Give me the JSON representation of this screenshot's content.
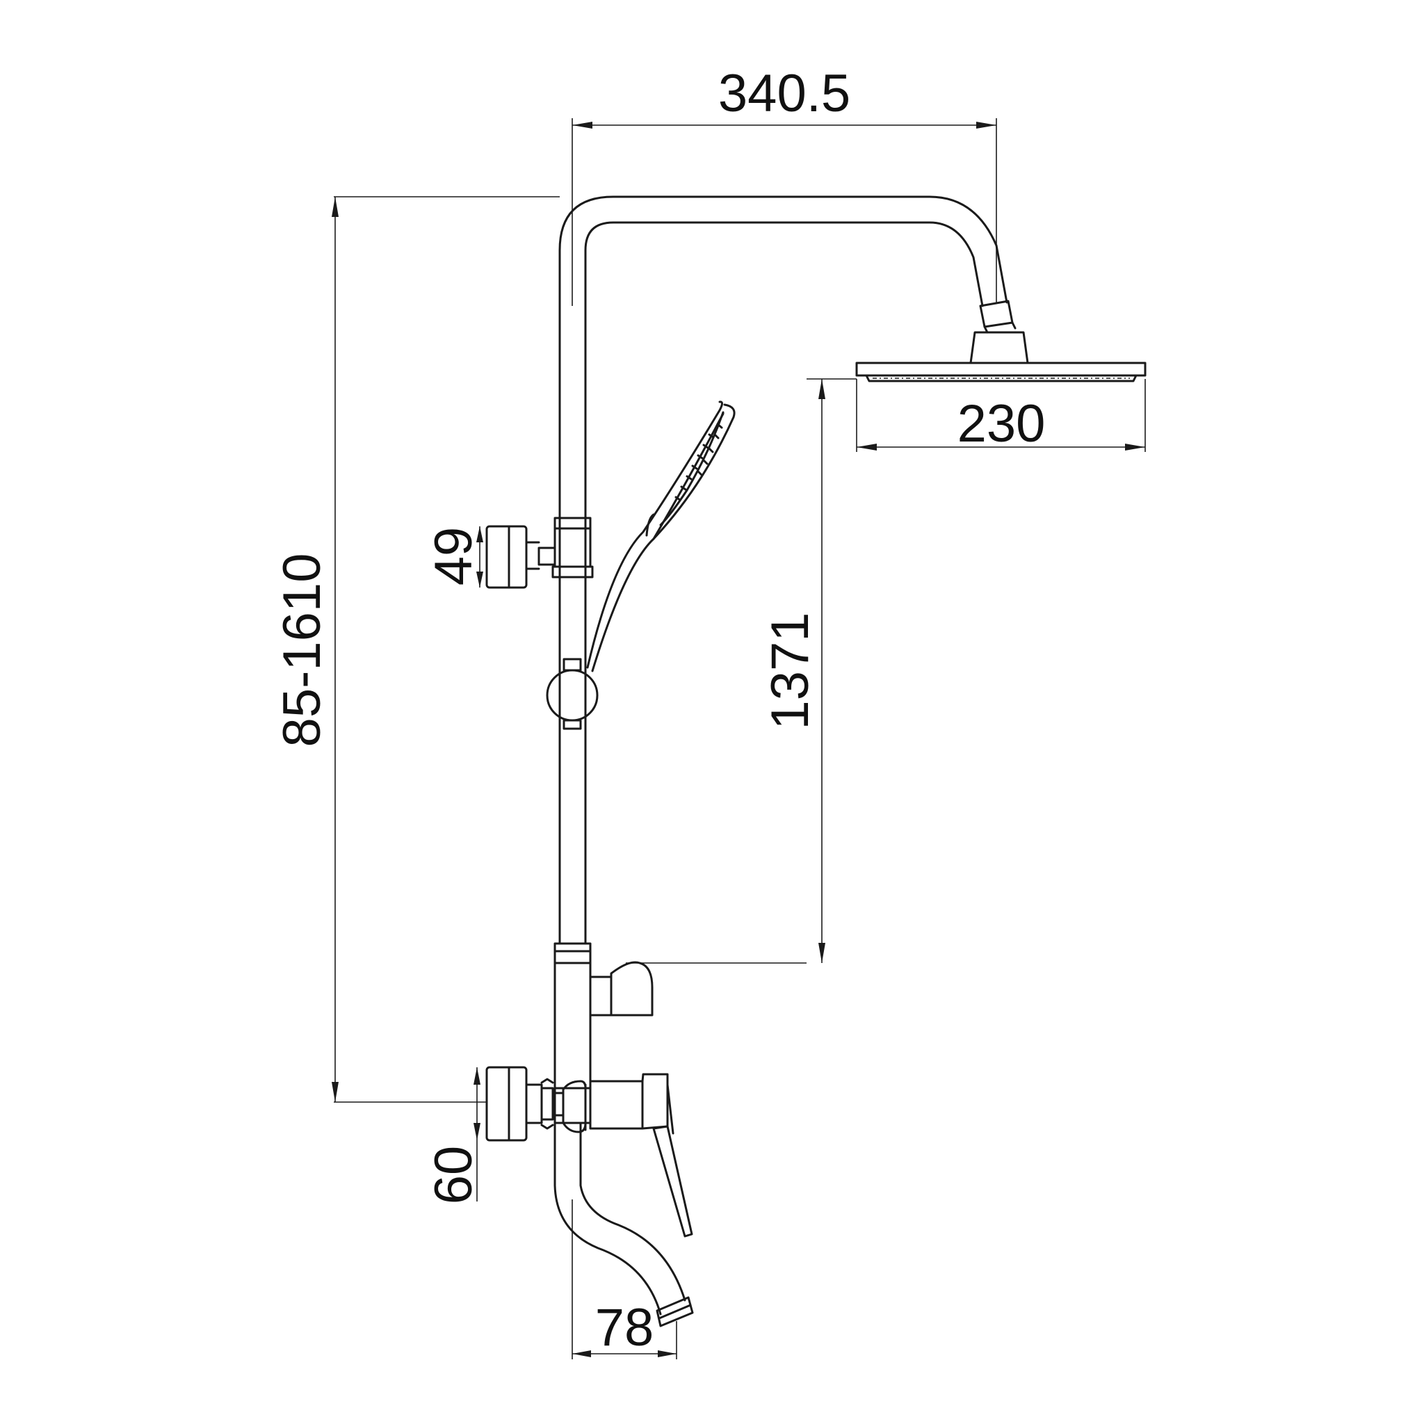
{
  "dimensions": {
    "arm_reach": "340.5",
    "rain_head_width": "230",
    "slider_offset": "49",
    "total_height": "85-1610",
    "rain_head_height": "1371",
    "mixer_offset": "60",
    "spout_reach": "78"
  },
  "colors": {
    "line": "#1a1a1a",
    "background": "#ffffff"
  }
}
